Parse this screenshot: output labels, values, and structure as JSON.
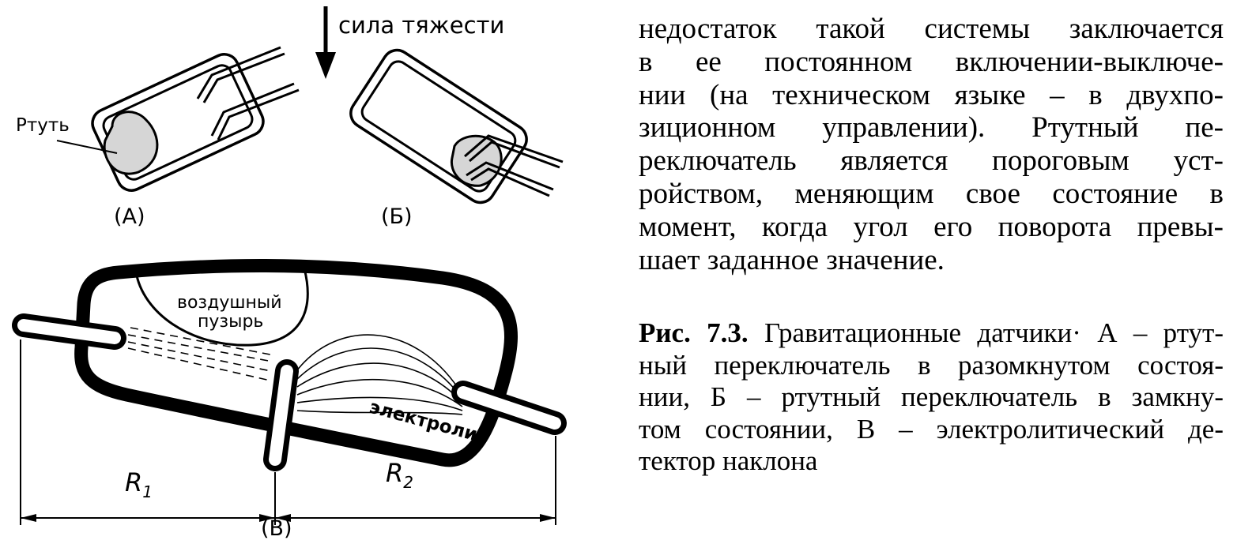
{
  "figure": {
    "gravity_label": "сила тяжести",
    "mercury_label": "Ртуть",
    "panel_a": "(А)",
    "panel_b": "(Б)",
    "panel_v": "(В)",
    "bubble_line1": "воздушный",
    "bubble_line2": "пузырь",
    "electrolyte_label": "электролит",
    "r1_base": "R",
    "r1_sub": "1",
    "r2_base": "R",
    "r2_sub": "2"
  },
  "body_text": {
    "lines": [
      "недостаток такой системы заключается",
      "в ее постоянном включении-выключе-",
      "нии (на техническом языке – в двухпо-",
      "зиционном управлении). Ртутный пе-",
      "реключатель является пороговым уст-",
      "ройством, меняющим свое состояние в",
      "момент, когда угол его поворота превы-",
      "шает заданное значение."
    ]
  },
  "caption": {
    "label": "Рис. 7.3.",
    "line1": " Гравитационные датчики· А – ртут-",
    "lines": [
      "ный переключатель в разомкнутом состоя-",
      "нии, Б – ртутный переключатель в замкну-",
      "том состоянии, В – электролитический де-",
      "тектор наклона"
    ]
  }
}
